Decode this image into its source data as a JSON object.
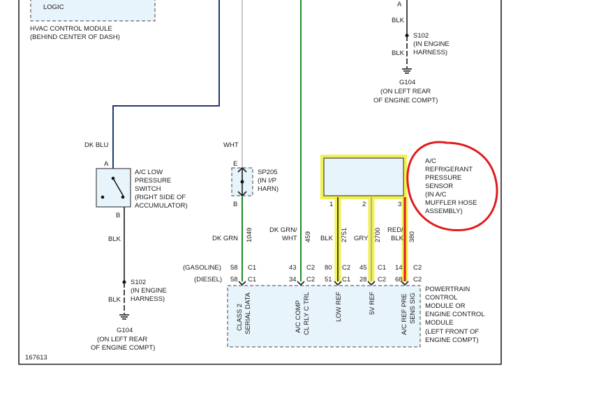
{
  "hvac_module": {
    "logic_label": "LOGIC",
    "name": "HVAC CONTROL MODULE",
    "location": "(BEHIND CENTER OF DASH)"
  },
  "top_ground": {
    "wire_a": "A",
    "wire_blk_1": "BLK",
    "splice": "S102",
    "splice_loc_1": "(IN ENGINE",
    "splice_loc_2": "HARNESS)",
    "wire_blk_2": "BLK",
    "ground": "G104",
    "ground_loc_1": "(ON LEFT REAR",
    "ground_loc_2": "OF ENGINE COMPT)"
  },
  "switch": {
    "wire_color": "DK BLU",
    "pin_a": "A",
    "pin_b": "B",
    "name_1": "A/C LOW",
    "name_2": "PRESSURE",
    "name_3": "SWITCH",
    "name_4": "(RIGHT SIDE OF",
    "name_5": "ACCUMULATOR)",
    "wire_blk": "BLK",
    "splice": "S102",
    "splice_loc_1": "(IN ENGINE",
    "splice_loc_2": "HARNESS)",
    "wire_blk_2": "BLK",
    "ground": "G104",
    "ground_loc_1": "(ON LEFT REAR",
    "ground_loc_2": "OF ENGINE COMPT)"
  },
  "sp205": {
    "wire_color": "WHT",
    "pin_e": "E",
    "pin_b": "B",
    "name": "SP205",
    "loc_1": "(IN I/P",
    "loc_2": "HARN)"
  },
  "sensor": {
    "name_1": "A/C",
    "name_2": "REFRIGERANT",
    "name_3": "PRESSURE",
    "name_4": "SENSOR",
    "name_5": "(IN A/C",
    "name_6": "MUFFLER HOSE",
    "name_7": "ASSEMBLY)",
    "pin_1": "1",
    "pin_2": "2",
    "pin_3": "3"
  },
  "wires": {
    "class2_color": "DK GRN",
    "class2_circuit": "1049",
    "accomp_color_1": "DK GRN/",
    "accomp_color_2": "WHT",
    "accomp_circuit": "459",
    "lowref_color": "BLK",
    "lowref_circuit": "2751",
    "ref5v_color": "GRY",
    "ref5v_circuit": "2700",
    "sig_color_1": "RED/",
    "sig_color_2": "BLK",
    "sig_circuit": "380"
  },
  "connectors": {
    "gasoline_label": "(GASOLINE)",
    "diesel_label": "(DIESEL)",
    "gas": [
      "58",
      "C1",
      "43",
      "C2",
      "80",
      "C2",
      "45",
      "C1",
      "14",
      "C2"
    ],
    "diesel": [
      "58",
      "C1",
      "34",
      "C2",
      "51",
      "C1",
      "28",
      "C2",
      "68",
      "C2"
    ]
  },
  "pcm": {
    "pin_labels": [
      [
        "CLASS 2",
        "SERIAL DATA"
      ],
      [
        "A/C COMP",
        "CL RLY C TRL"
      ],
      [
        "LOW REF",
        ""
      ],
      [
        "5V REF",
        ""
      ],
      [
        "A/C REF PRE",
        "SENS SIG"
      ]
    ],
    "name_1": "POWERTRAIN",
    "name_2": "CONTROL",
    "name_3": "MODULE OR",
    "name_4": "ENGINE CONTROL",
    "name_5": "MODULE",
    "name_6": "(LEFT FRONT OF",
    "name_7": "ENGINE COMPT)"
  },
  "diagram_id": "167613"
}
